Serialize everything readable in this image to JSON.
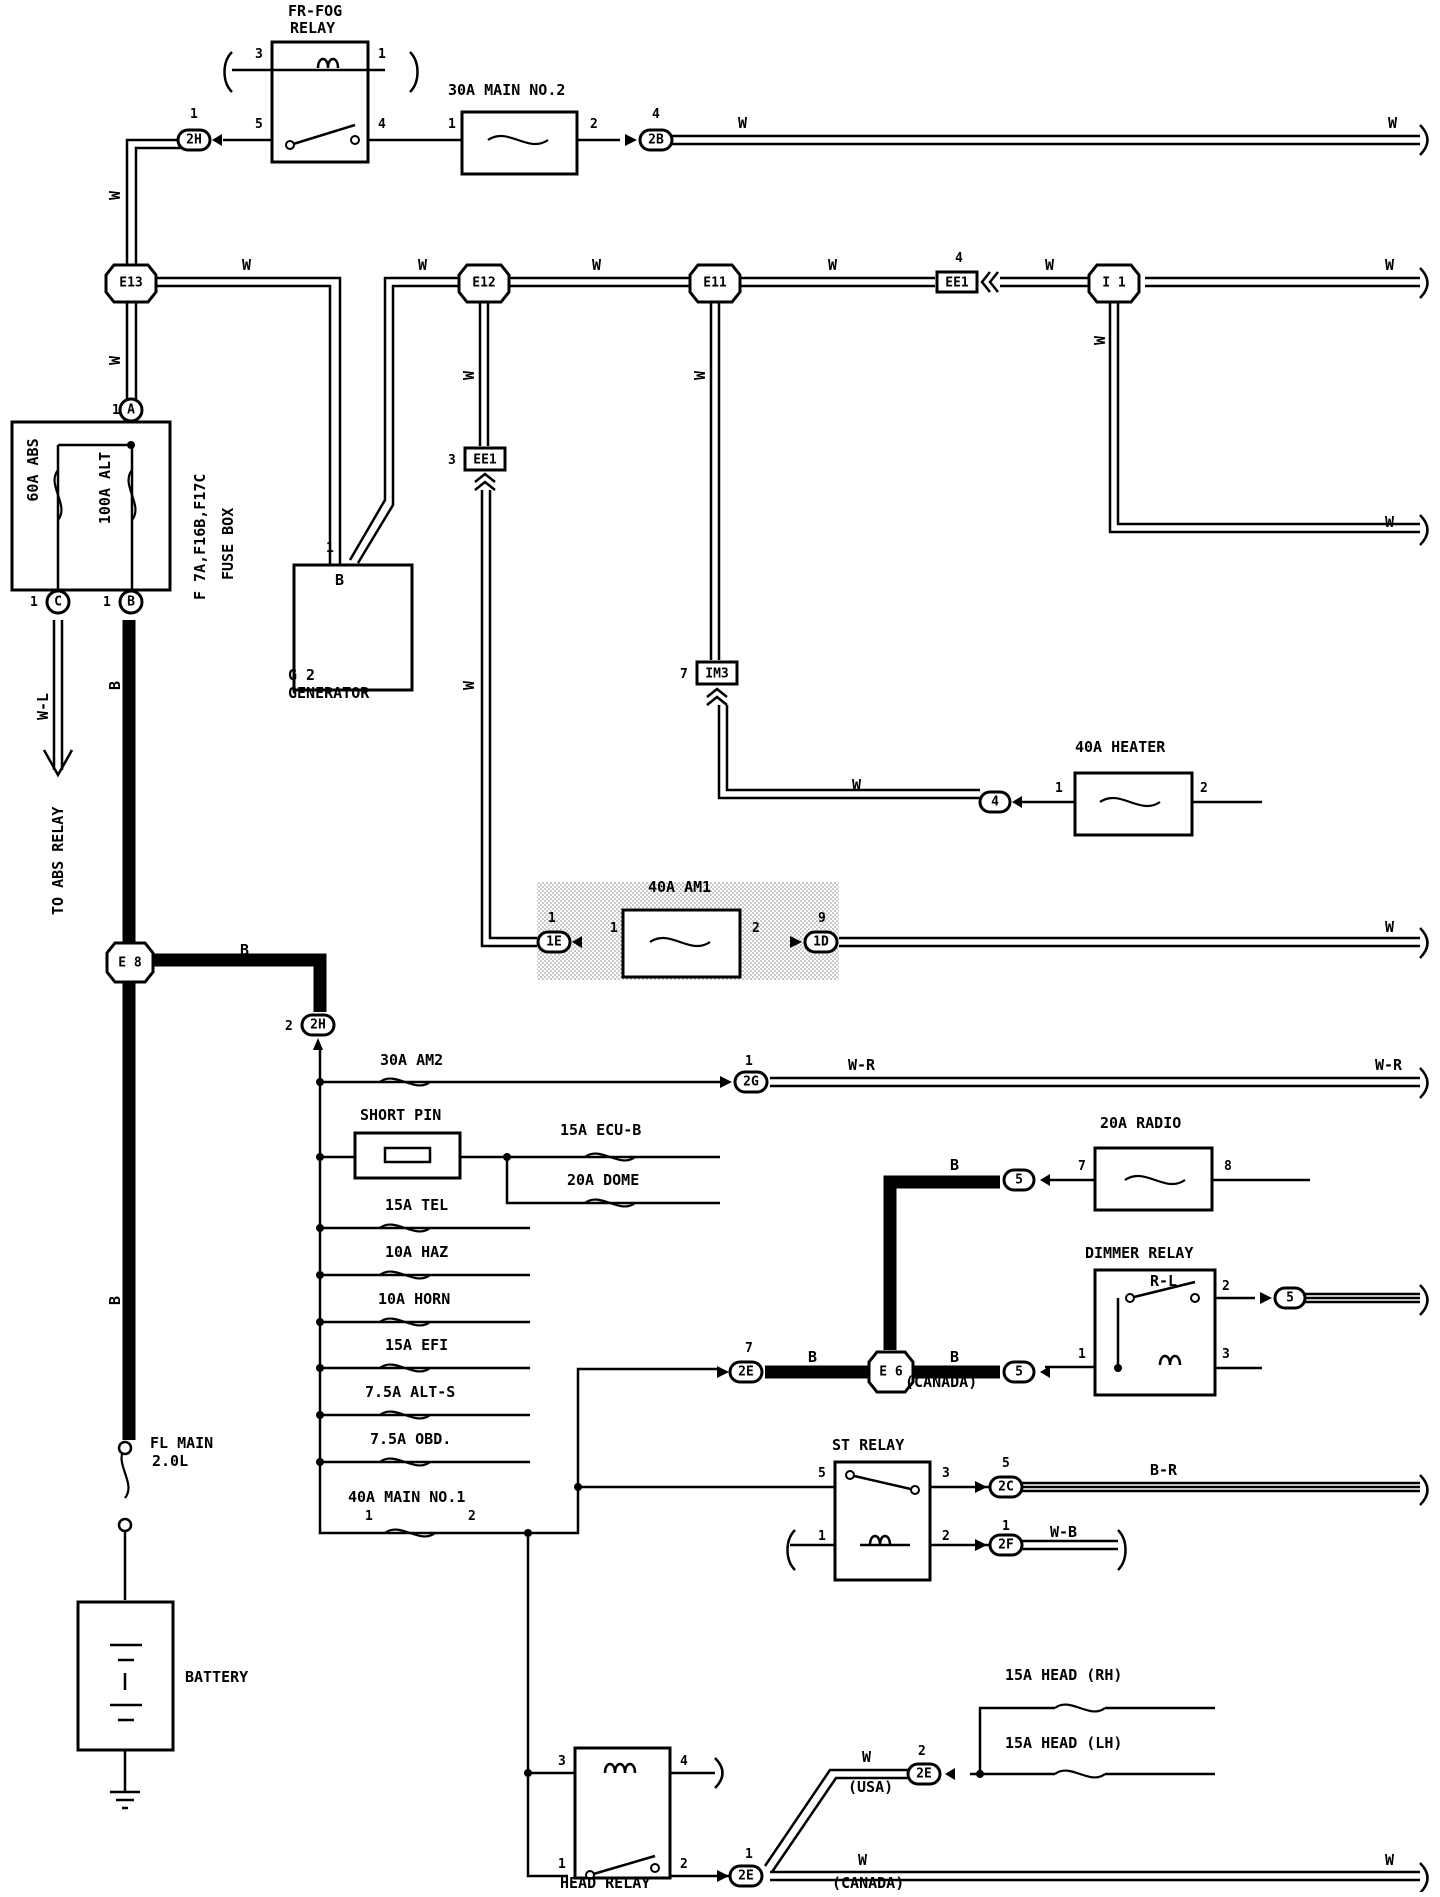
{
  "relays": {
    "fr_fog_title": "FR-FOG",
    "fr_fog_sub": "RELAY",
    "dimmer": "DIMMER RELAY",
    "st": "ST RELAY",
    "head": "HEAD RELAY"
  },
  "fuses": {
    "main_no2": "30A MAIN NO.2",
    "heater": "40A HEATER",
    "am1": "40A AM1",
    "am2": "30A AM2",
    "short_pin": "SHORT PIN",
    "ecu_b": "15A ECU-B",
    "dome": "20A DOME",
    "radio": "20A RADIO",
    "tel": "15A TEL",
    "haz": "10A HAZ",
    "horn": "10A HORN",
    "efi": "15A EFI",
    "alt_s": "7.5A ALT-S",
    "obd": "7.5A OBD.",
    "main_no1": "40A MAIN NO.1",
    "head_rh": "15A HEAD (RH)",
    "head_lh": "15A HEAD (LH)",
    "abs": "60A ABS",
    "alt": "100A ALT",
    "fl_main_1": "FL MAIN",
    "fl_main_2": "2.0L"
  },
  "components": {
    "fuse_box_1": "F 7A,F16B,F17C",
    "fuse_box_2": "FUSE BOX",
    "generator_id": "G 2",
    "generator_name": "GENERATOR",
    "generator_term": "B",
    "battery": "BATTERY",
    "to_abs_relay": "TO ABS RELAY"
  },
  "junctions": {
    "e13": "E13",
    "e12": "E12",
    "e11": "E11",
    "i1": "I 1",
    "e8": "E 8",
    "e6": "E 6",
    "ee1": "EE1",
    "im3": "IM3"
  },
  "connectors": {
    "c2h": "2H",
    "c2b": "2B",
    "c1e": "1E",
    "c1d": "1D",
    "c2g": "2G",
    "c2e": "2E",
    "c2c": "2C",
    "c2f": "2F",
    "c4": "4",
    "c5": "5",
    "a": "A",
    "b": "B",
    "c": "C"
  },
  "wire_colors": {
    "w": "W",
    "b": "B",
    "w_l": "W-L",
    "w_r": "W-R",
    "r_l": "R-L",
    "b_r": "B-R",
    "w_b": "W-B"
  },
  "variants": {
    "canada": "(CANADA)",
    "usa": "(USA)"
  },
  "pins": [
    "1",
    "2",
    "3",
    "4",
    "5",
    "7",
    "8",
    "9"
  ]
}
